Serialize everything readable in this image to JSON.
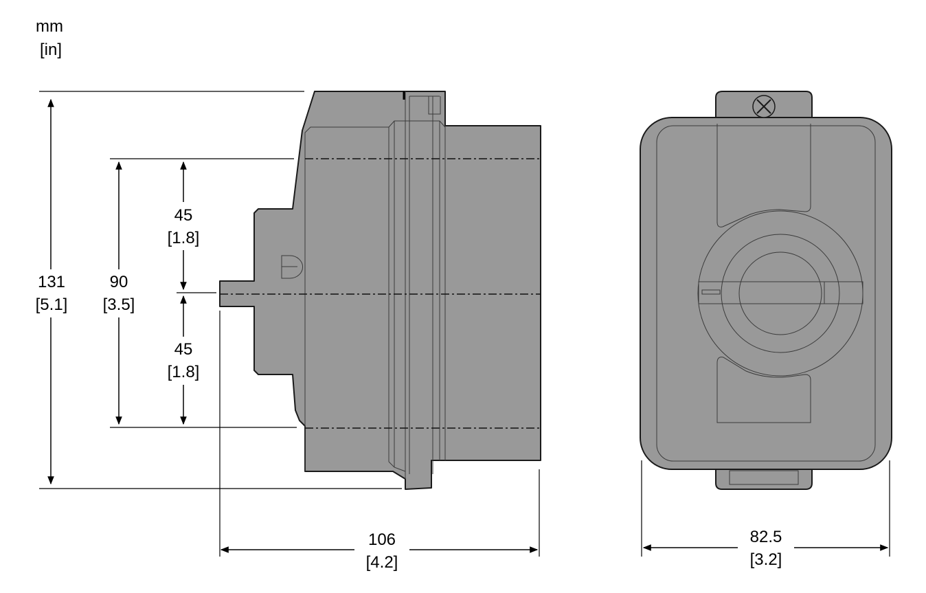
{
  "units": {
    "primary": "mm",
    "secondary": "[in]"
  },
  "dimensions": {
    "overall_height": {
      "mm": "131",
      "in": "[5.1]"
    },
    "mount_spacing": {
      "mm": "90",
      "in": "[3.5]"
    },
    "upper_half": {
      "mm": "45",
      "in": "[1.8]"
    },
    "lower_half": {
      "mm": "45",
      "in": "[1.8]"
    },
    "depth": {
      "mm": "106",
      "in": "[4.2]"
    },
    "width": {
      "mm": "82.5",
      "in": "[3.2]"
    }
  },
  "colors": {
    "body_fill": "#999999",
    "outline": "#1a1a1a",
    "dimension_line": "#000000"
  }
}
